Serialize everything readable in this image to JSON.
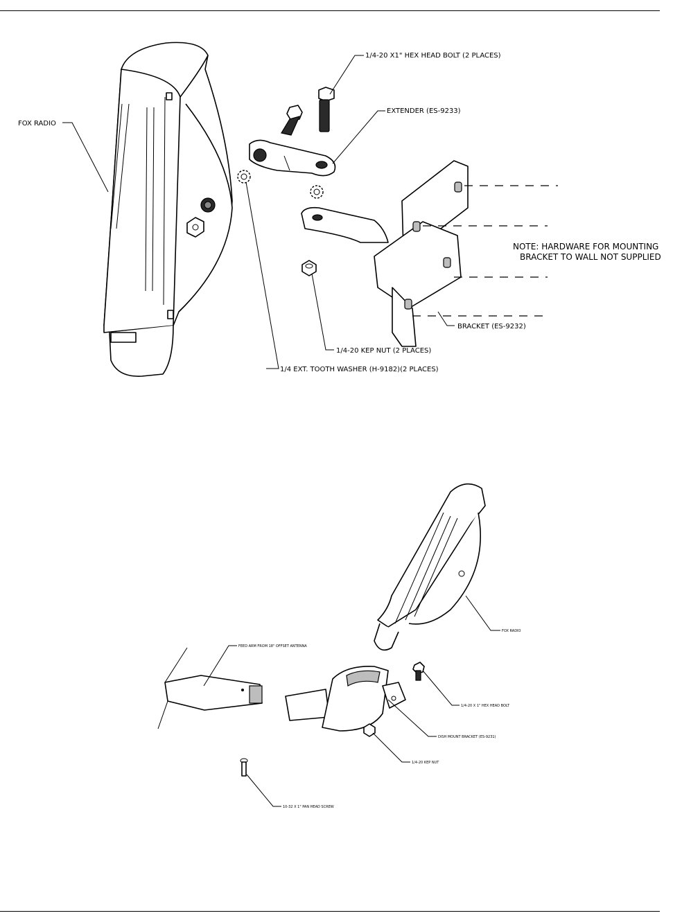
{
  "figure_top": {
    "labels": {
      "fox_radio": "FOX RADIO",
      "hex_bolt": "1/4-20 X1\" HEX HEAD BOLT (2 PLACES)",
      "extender": "EXTENDER (ES-9233)",
      "note_line1": "NOTE: HARDWARE FOR MOUNTING",
      "note_line2": "BRACKET TO WALL NOT SUPPLIED",
      "bracket": "BRACKET (ES-9232)",
      "kep_nut": "1/4-20 KEP NUT (2 PLACES)",
      "washer": "1/4 EXT. TOOTH WASHER (H-9182)(2 PLACES)"
    }
  },
  "figure_bottom": {
    "labels": {
      "feed_arm": "FEED ARM FROM 18\" OFFSET ANTENNA",
      "fox_radio": "FOX RADIO",
      "hex_bolt": "1/4-20 X 1\" HEX HEAD BOLT",
      "dish_bracket": "DISH MOUNT BRACKET (ES-9231)",
      "kep_nut": "1/4-20 KEP NUT",
      "pan_screw": "10-32 X 1\" PAN HEAD SCREW"
    }
  }
}
